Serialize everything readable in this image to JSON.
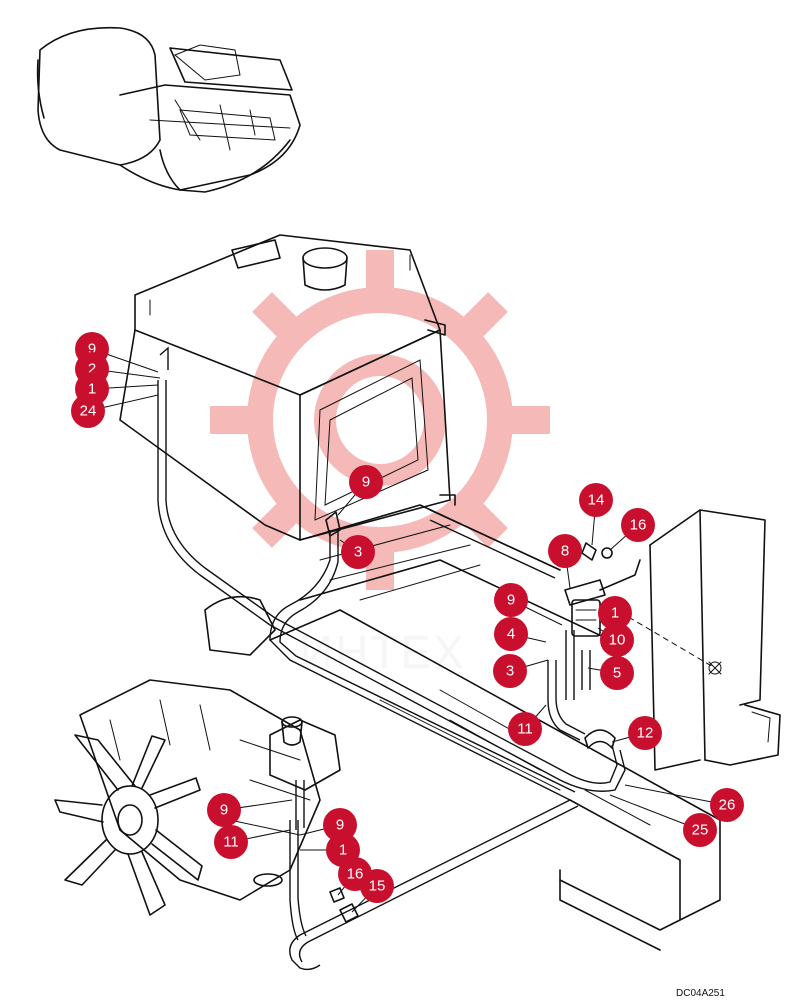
{
  "diagram": {
    "drawing_code": "DC04A251",
    "watermark_text": "ИНТЕХ",
    "callout_color": "#c8102e",
    "callouts": [
      "9",
      "2",
      "1",
      "24",
      "9",
      "3",
      "14",
      "16",
      "8",
      "9",
      "1",
      "10",
      "4",
      "5",
      "3",
      "11",
      "12",
      "26",
      "25",
      "9",
      "11",
      "9",
      "1",
      "16",
      "15"
    ]
  }
}
